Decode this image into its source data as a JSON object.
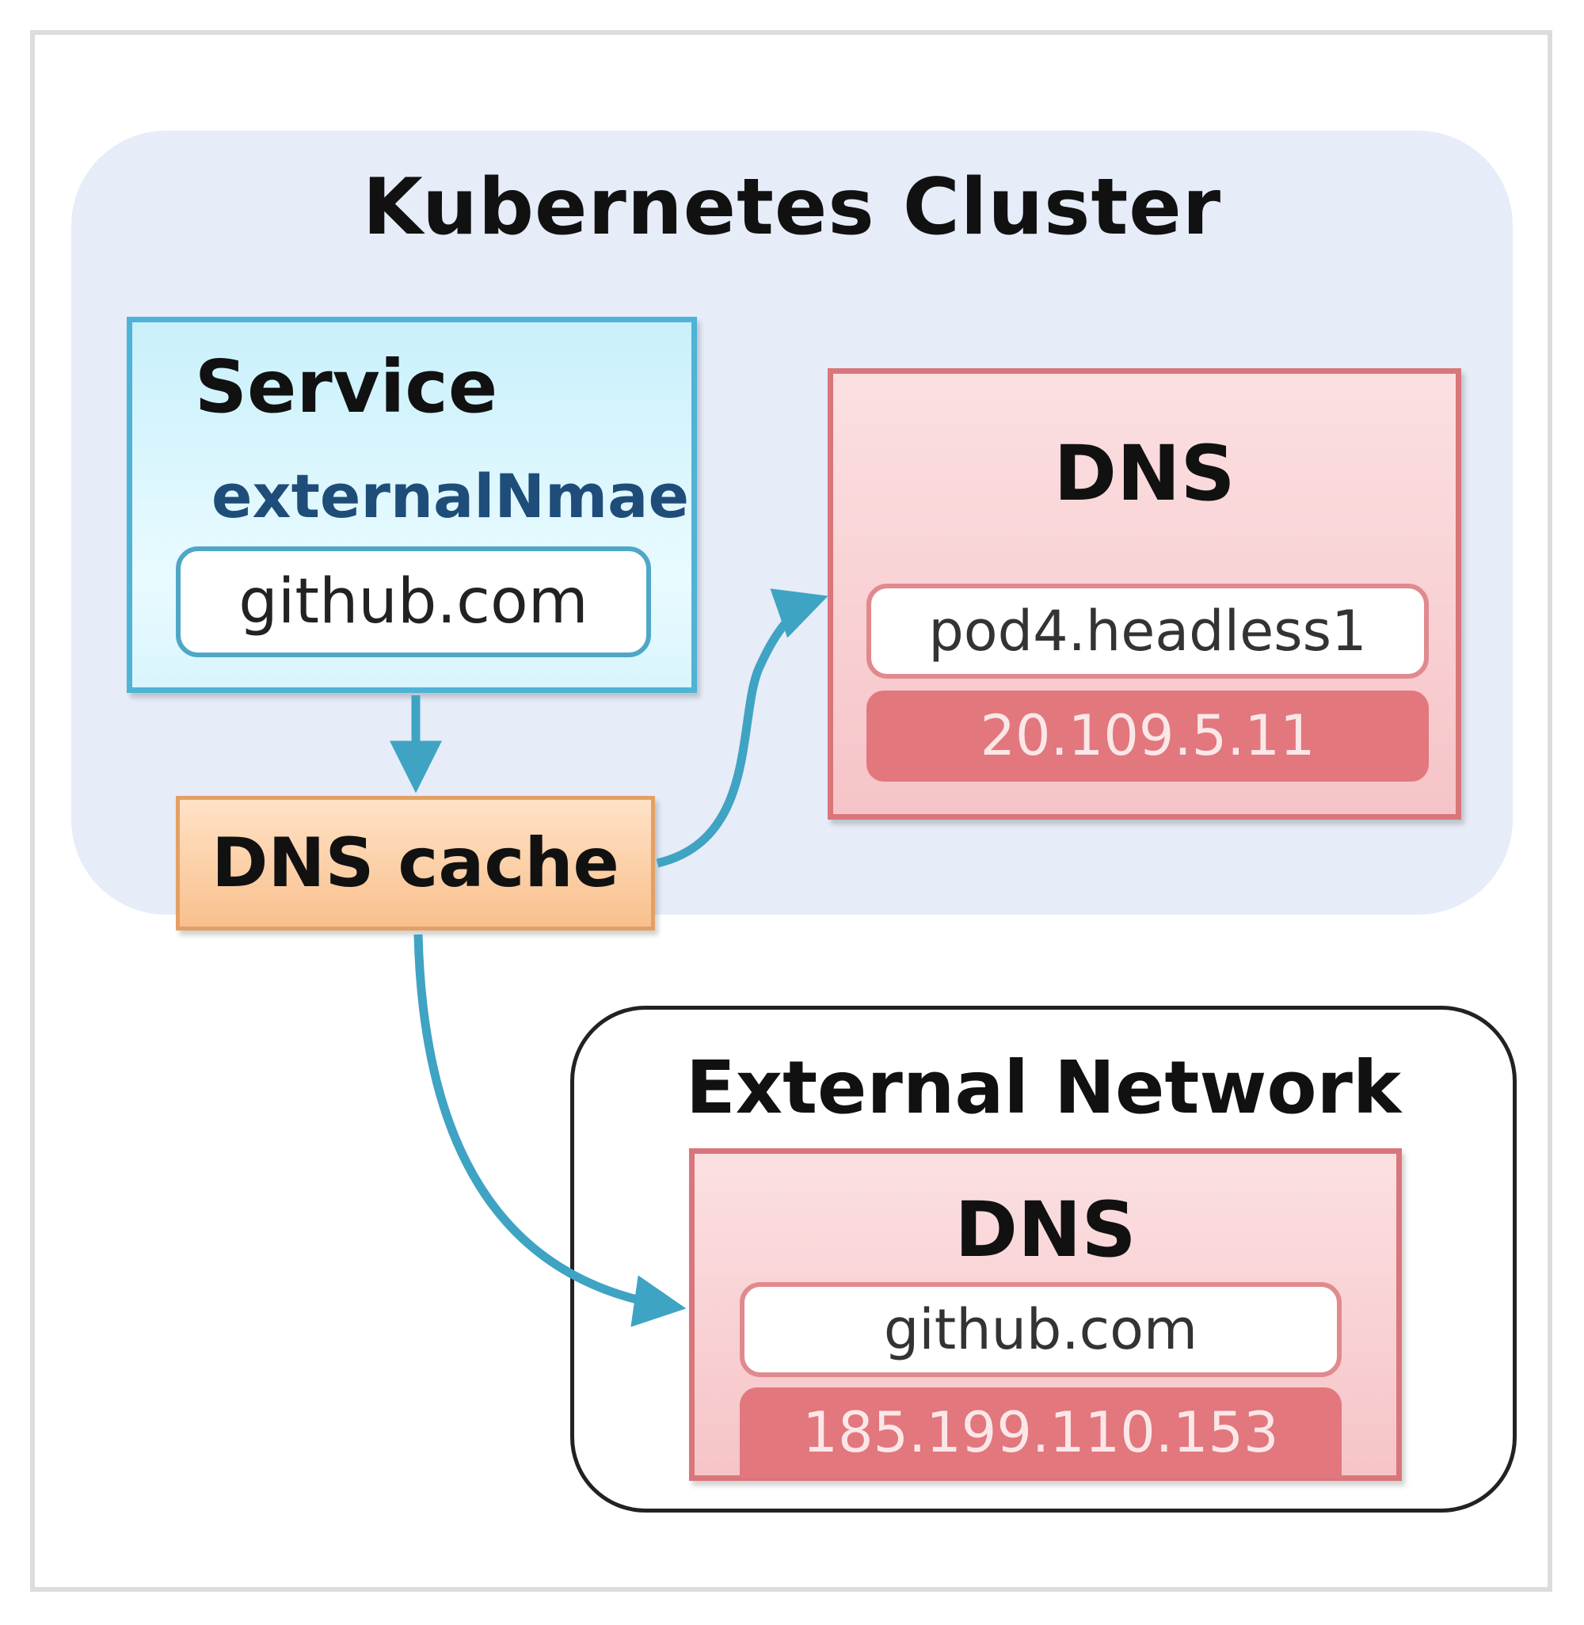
{
  "cluster": {
    "title": "Kubernetes Cluster"
  },
  "service": {
    "title": "Service",
    "field": "externalNmae",
    "value": "github.com"
  },
  "internal_dns": {
    "title": "DNS",
    "name": "pod4.headless1",
    "ip": "20.109.5.11"
  },
  "dns_cache": {
    "label": "DNS cache"
  },
  "external_network": {
    "title": "External Network",
    "dns": {
      "title": "DNS",
      "name": "github.com",
      "ip": "185.199.110.153"
    }
  },
  "colors": {
    "arrow": "#3fa3c3",
    "cluster_bg": "#e6ecf8",
    "service_border": "#4fb3d6",
    "dns_border": "#d9767b",
    "dns_ip_bg": "#e2777d",
    "cache_bg": "#f9c08d"
  }
}
